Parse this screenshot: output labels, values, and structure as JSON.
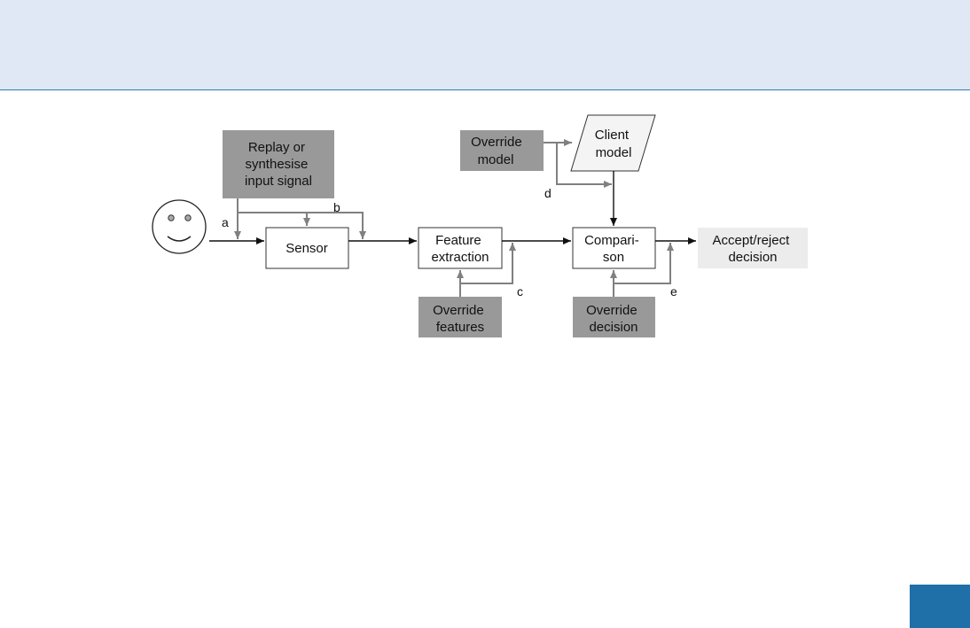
{
  "colors": {
    "header_bg": "#e0e8f6",
    "header_rule": "#2f7fb0",
    "corner_accent": "#1f6fa9",
    "attack_box": "#999999",
    "decision_box": "#ececec",
    "attack_arrow": "#808080"
  },
  "icons": {
    "user": "smiley-face-icon"
  },
  "diagram": {
    "boxes": {
      "replay": [
        "Replay or",
        "synthesise",
        "input signal"
      ],
      "sensor": [
        "Sensor"
      ],
      "feature_extraction": [
        "Feature",
        "extraction"
      ],
      "comparison": [
        "Compari-",
        "son"
      ],
      "decision": [
        "Accept/reject",
        "decision"
      ],
      "client_model": [
        "Client",
        "model"
      ],
      "override_model": [
        "Override",
        "model"
      ],
      "override_features": [
        "Override",
        "features"
      ],
      "override_decision": [
        "Override",
        "decision"
      ]
    },
    "points": {
      "a": "a",
      "b": "b",
      "c": "c",
      "d": "d",
      "e": "e"
    }
  }
}
